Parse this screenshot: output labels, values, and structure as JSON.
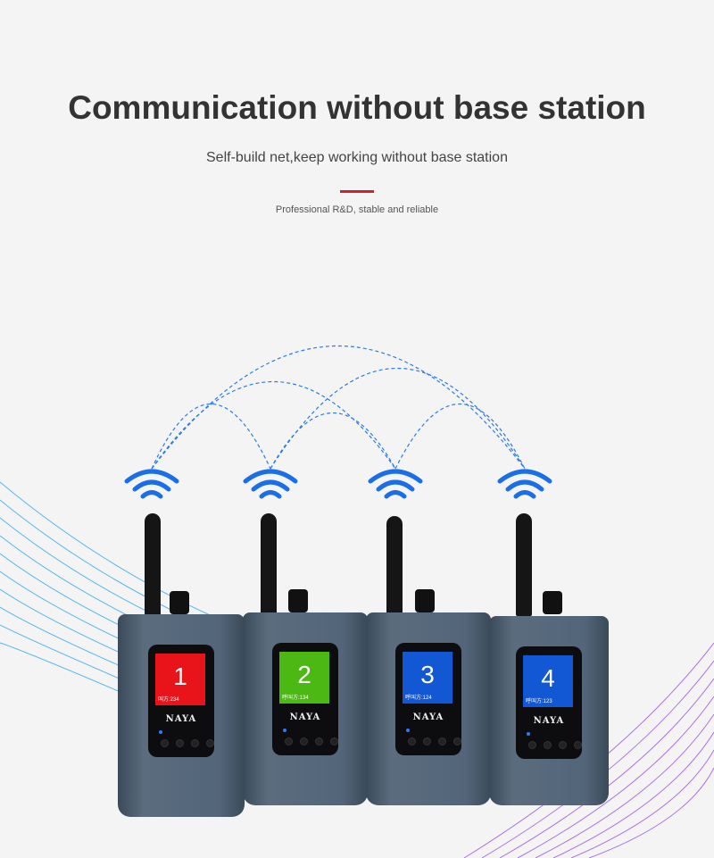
{
  "heading": "Communication without base station",
  "subheading": "Self-build net,keep working without base station",
  "tagline": "Professional R&D, stable and reliable",
  "accent": "#c9252c",
  "devices": [
    {
      "number": "1",
      "caller": "叫方:234",
      "screen_color": "#e8141a",
      "brand": "NAYA"
    },
    {
      "number": "2",
      "caller": "呼叫方:134",
      "screen_color": "#4cb814",
      "brand": "NAYA"
    },
    {
      "number": "3",
      "caller": "呼叫方:124",
      "screen_color": "#1257d3",
      "brand": "NAYA"
    },
    {
      "number": "4",
      "caller": "呼叫方:123",
      "screen_color": "#1257d3",
      "brand": "NAYA"
    }
  ]
}
